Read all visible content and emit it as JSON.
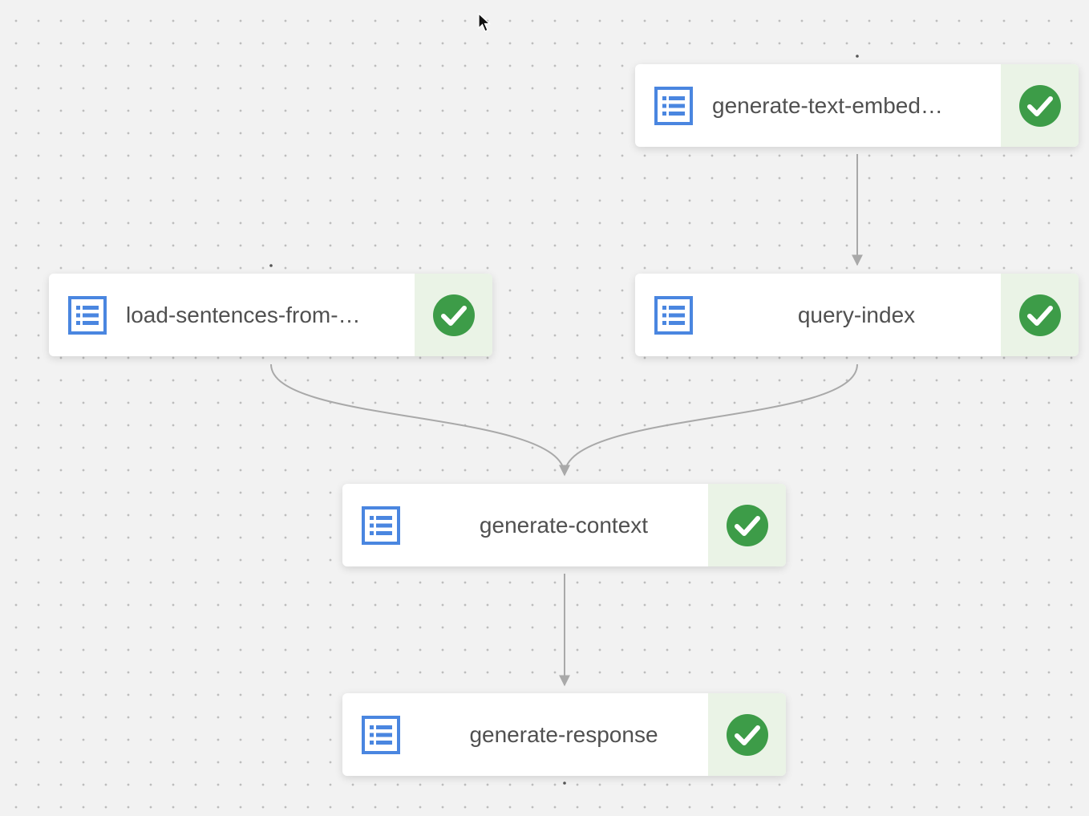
{
  "nodes": [
    {
      "id": "generate-text-embed",
      "label": "generate-text-embed…",
      "status": "succeeded"
    },
    {
      "id": "load-sentences",
      "label": "load-sentences-from-…",
      "status": "succeeded"
    },
    {
      "id": "query-index",
      "label": "query-index",
      "status": "succeeded"
    },
    {
      "id": "generate-context",
      "label": "generate-context",
      "status": "succeeded"
    },
    {
      "id": "generate-response",
      "label": "generate-response",
      "status": "succeeded"
    }
  ],
  "edges": [
    {
      "from": "generate-text-embed",
      "to": "query-index"
    },
    {
      "from": "load-sentences",
      "to": "generate-context"
    },
    {
      "from": "query-index",
      "to": "generate-context"
    },
    {
      "from": "generate-context",
      "to": "generate-response"
    }
  ],
  "icons": {
    "node_type": "list-task-icon",
    "status": "check-circle-icon"
  },
  "colors": {
    "icon_blue": "#4a86e0",
    "success_green": "#3d9c48",
    "edge_gray": "#a9a9a9"
  }
}
